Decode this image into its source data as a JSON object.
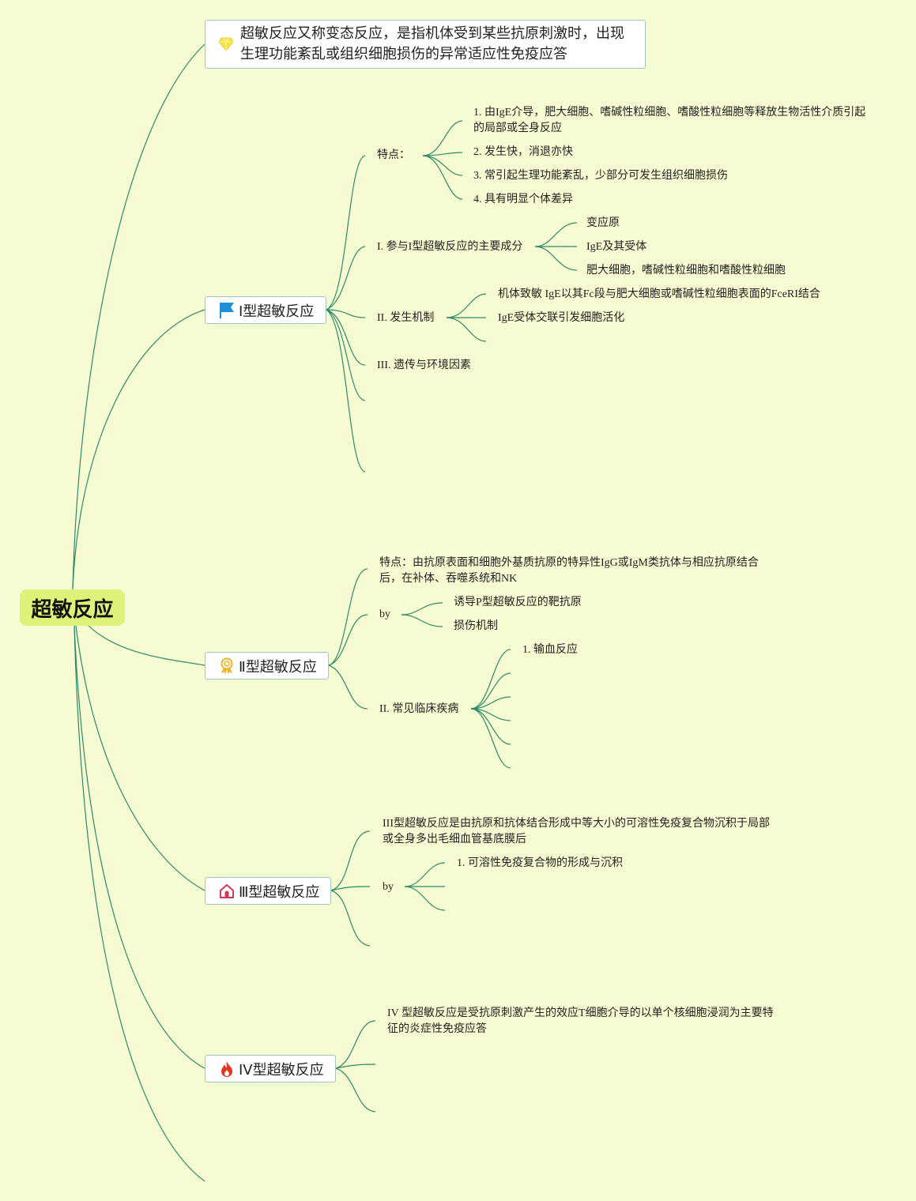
{
  "root": {
    "label": "超敏反应"
  },
  "definition": {
    "icon": "diamond-icon",
    "text": "超敏反应又称变态反应，是指机体受到某些抗原刺激时，出现生理功能紊乱或组织细胞损伤的异常适应性免疫应答"
  },
  "type1": {
    "icon": "flag-icon",
    "label": "Ⅰ型超敏反应",
    "features": {
      "label": "特点：",
      "items": [
        "1. 由IgE介导，肥大细胞、嗜碱性粒细胞、嗜酸性粒细胞等释放生物活性介质引起的局部或全身反应",
        "2. 发生快，消退亦快",
        "3. 常引起生理功能紊乱，少部分可发生组织细胞损伤",
        "4. 具有明显个体差异"
      ]
    },
    "components": {
      "label": "I. 参与I型超敏反应的主要成分",
      "items": [
        "变应原",
        "IgE及其受体",
        "肥大细胞，嗜碱性粒细胞和嗜酸性粒细胞"
      ]
    },
    "mechanism": {
      "label": "II. 发生机制",
      "items": [
        "机体致敏 IgE以其Fc段与肥大细胞或嗜碱性粒细胞表面的FceRI结合",
        "IgE受体交联引发细胞活化"
      ]
    },
    "genetics": {
      "label": "III. 遗传与环境因素"
    }
  },
  "type2": {
    "icon": "award-icon",
    "label": "Ⅱ型超敏反应",
    "features": "特点：由抗原表面和细胞外基质抗原的特异性IgG或IgM类抗体与相应抗原结合后，在补体、吞噬系统和NK",
    "by": {
      "label": "by",
      "items": [
        "诱导P型超敏反应的靶抗原",
        "损伤机制"
      ]
    },
    "diseases": {
      "label": "II. 常见临床疾病",
      "items": [
        "1. 输血反应"
      ]
    }
  },
  "type3": {
    "icon": "home-icon",
    "label": "Ⅲ型超敏反应",
    "description": "III型超敏反应是由抗原和抗体结合形成中等大小的可溶性免疫复合物沉积于局部或全身多出毛细血管基底膜后",
    "by": {
      "label": "by",
      "items": [
        "1. 可溶性免疫复合物的形成与沉积"
      ]
    }
  },
  "type4": {
    "icon": "fire-icon",
    "label": "IV型超敏反应",
    "description": "IV 型超敏反应是受抗原刺激产生的效应T细胞介导的以单个核细胞浸润为主要特征的炎症性免疫应答"
  },
  "colors": {
    "background": "#f6fbd2",
    "line": "#2e8a6a",
    "root": "#def27a",
    "node_border": "#9fc7b9"
  }
}
